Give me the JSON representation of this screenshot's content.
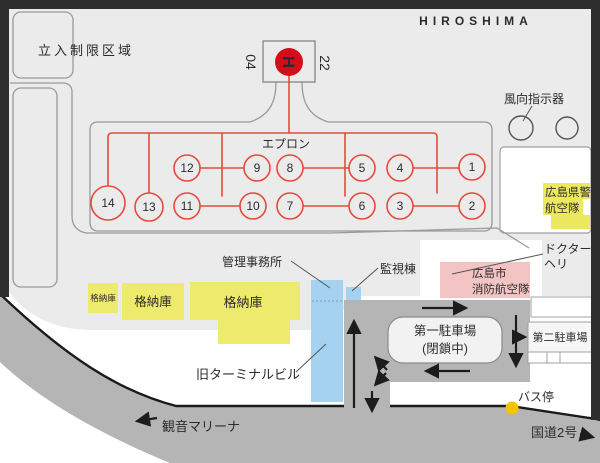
{
  "map": {
    "airport_code": "HIROSHIMA",
    "restricted_area": "立入制限区域",
    "helipad": {
      "symbol": "H",
      "heading_left": "04",
      "heading_right": "22"
    },
    "wind_indicator": "風向指示器",
    "apron": {
      "label": "エプロン",
      "spots": [
        "1",
        "2",
        "3",
        "4",
        "5",
        "6",
        "7",
        "8",
        "9",
        "10",
        "11",
        "12",
        "13",
        "14"
      ]
    },
    "police_unit": {
      "line1": "広島県警",
      "line2": "航空隊"
    },
    "doctor_heli": {
      "line1": "ドクター",
      "line2": "ヘリ"
    },
    "fire_unit": {
      "line1": "広島市",
      "line2": "消防航空隊"
    },
    "admin_office": "管理事務所",
    "watch_tower": "監視棟",
    "hangar_small": "格納庫",
    "hangar_mid": "格納庫",
    "hangar_large": "格納庫",
    "old_terminal": "旧ターミナルビル",
    "parking_first": {
      "line1": "第一駐車場",
      "line2": "(閉鎖中)"
    },
    "parking_second": "第二駐車場",
    "bus_stop": "バス停",
    "marina": "観音マリーナ",
    "route2": "国道2号"
  },
  "colors": {
    "background": "#ebebeb",
    "road_gray": "#b5b5b5",
    "taxi_red": "#e64a3b",
    "helipad_red": "#d40d18",
    "building_blue": "#a5d2f0",
    "hangar_yellow": "#eeea6e",
    "fire_pink": "#f2c4c4",
    "bus_dot_yellow": "#f5c400"
  }
}
